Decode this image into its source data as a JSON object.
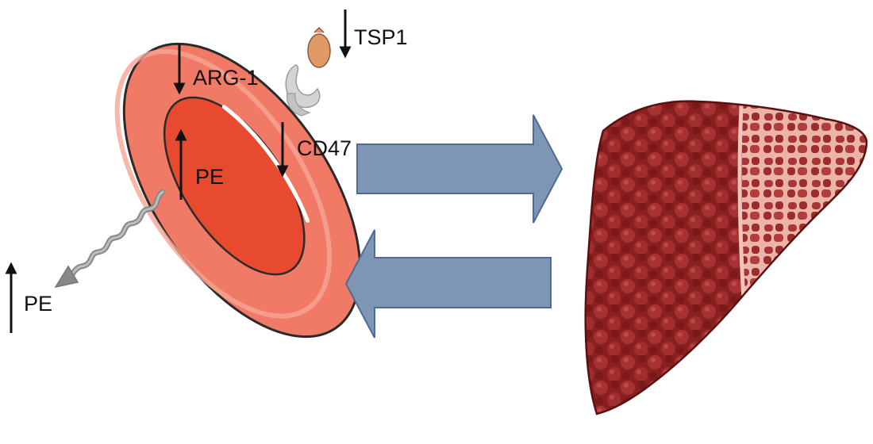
{
  "labels": {
    "tsp1": "TSP1",
    "arg1": "ARG-1",
    "cd47": "CD47",
    "pe_inner": "PE",
    "pe_outer": "PE"
  },
  "arrows": {
    "tsp1": "down",
    "arg1": "down",
    "cd47": "down",
    "pe_inner": "up",
    "pe_outer": "up"
  },
  "colors": {
    "rbc_rim": "#f07a66",
    "rbc_center": "#e84a2f",
    "tsp1_ball": "#e09a66",
    "receptor": "#d4d4d4",
    "block_arrow": "#7e95b3",
    "liver": "#8e2222",
    "liver_cut": "#e7a79d"
  },
  "icons": [
    "red-blood-cell-icon",
    "cd47-receptor-icon",
    "tsp1-ligand-icon",
    "released-pe-wavy-arrow-icon",
    "liver-icon"
  ]
}
